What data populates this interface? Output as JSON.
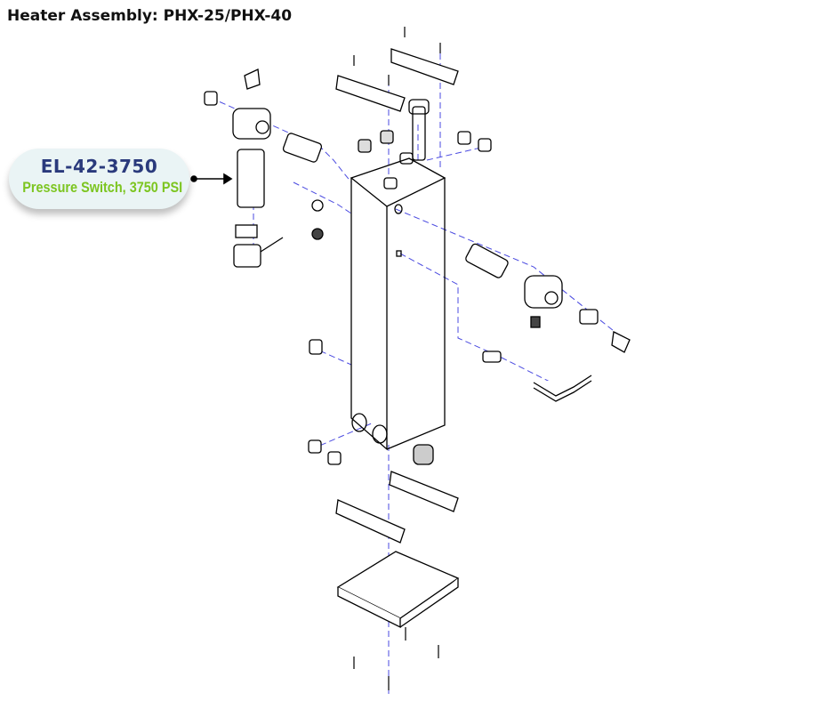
{
  "title": "Heater Assembly: PHX-25/PHX-40",
  "callout": {
    "part_number": "EL-42-3750",
    "description": "Pressure Switch, 3750 PSI"
  },
  "colors": {
    "part_number": "#2a3a7c",
    "description": "#7cc520",
    "centerline": "#4a4ae0"
  }
}
